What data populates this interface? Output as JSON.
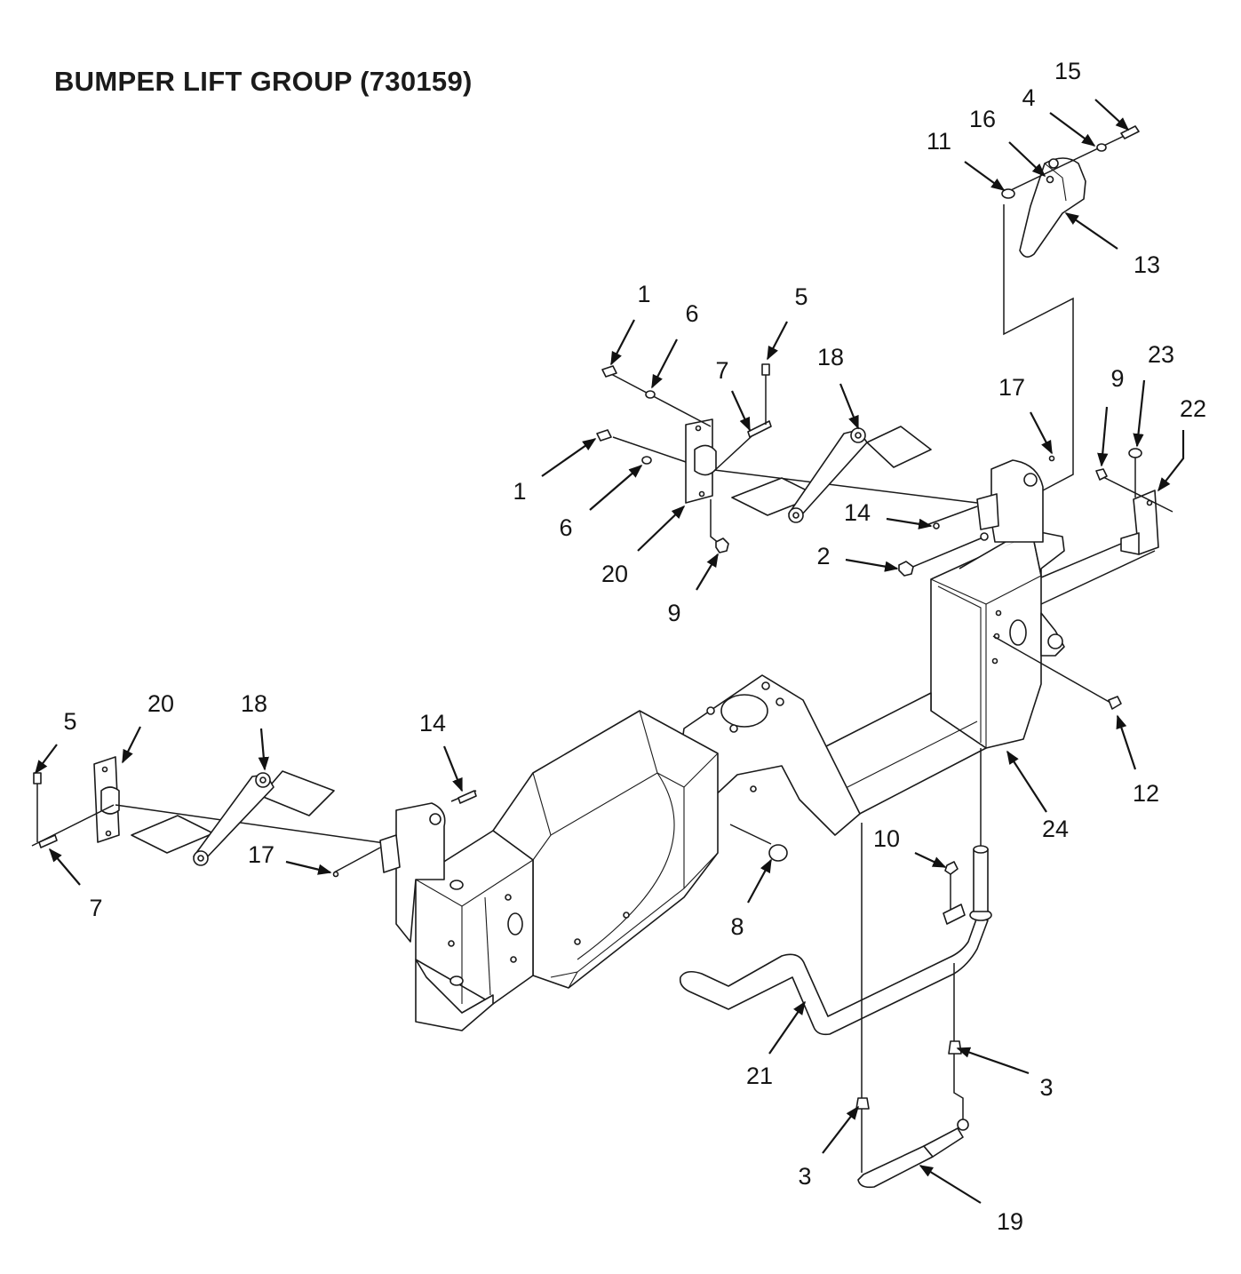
{
  "title": "BUMPER LIFT GROUP (730159)",
  "callouts": [
    {
      "id": "c15",
      "text": "15"
    },
    {
      "id": "c4a",
      "text": "4"
    },
    {
      "id": "c16",
      "text": "16"
    },
    {
      "id": "c11",
      "text": "11"
    },
    {
      "id": "c13",
      "text": "13"
    },
    {
      "id": "c1a",
      "text": "1"
    },
    {
      "id": "c6a",
      "text": "6"
    },
    {
      "id": "c5a",
      "text": "5"
    },
    {
      "id": "c7a",
      "text": "7"
    },
    {
      "id": "c18a",
      "text": "18"
    },
    {
      "id": "c17a",
      "text": "17"
    },
    {
      "id": "c9a",
      "text": "9"
    },
    {
      "id": "c23",
      "text": "23"
    },
    {
      "id": "c22",
      "text": "22"
    },
    {
      "id": "c1b",
      "text": "1"
    },
    {
      "id": "c6b",
      "text": "6"
    },
    {
      "id": "c14a",
      "text": "14"
    },
    {
      "id": "c2",
      "text": "2"
    },
    {
      "id": "c20a",
      "text": "20"
    },
    {
      "id": "c9b",
      "text": "9"
    },
    {
      "id": "c5b",
      "text": "5"
    },
    {
      "id": "c20b",
      "text": "20"
    },
    {
      "id": "c18b",
      "text": "18"
    },
    {
      "id": "c14b",
      "text": "14"
    },
    {
      "id": "c12",
      "text": "12"
    },
    {
      "id": "c24",
      "text": "24"
    },
    {
      "id": "c17b",
      "text": "17"
    },
    {
      "id": "c7b",
      "text": "7"
    },
    {
      "id": "c10",
      "text": "10"
    },
    {
      "id": "c8",
      "text": "8"
    },
    {
      "id": "c21",
      "text": "21"
    },
    {
      "id": "c3a",
      "text": "3"
    },
    {
      "id": "c3b",
      "text": "3"
    },
    {
      "id": "c19",
      "text": "19"
    }
  ]
}
